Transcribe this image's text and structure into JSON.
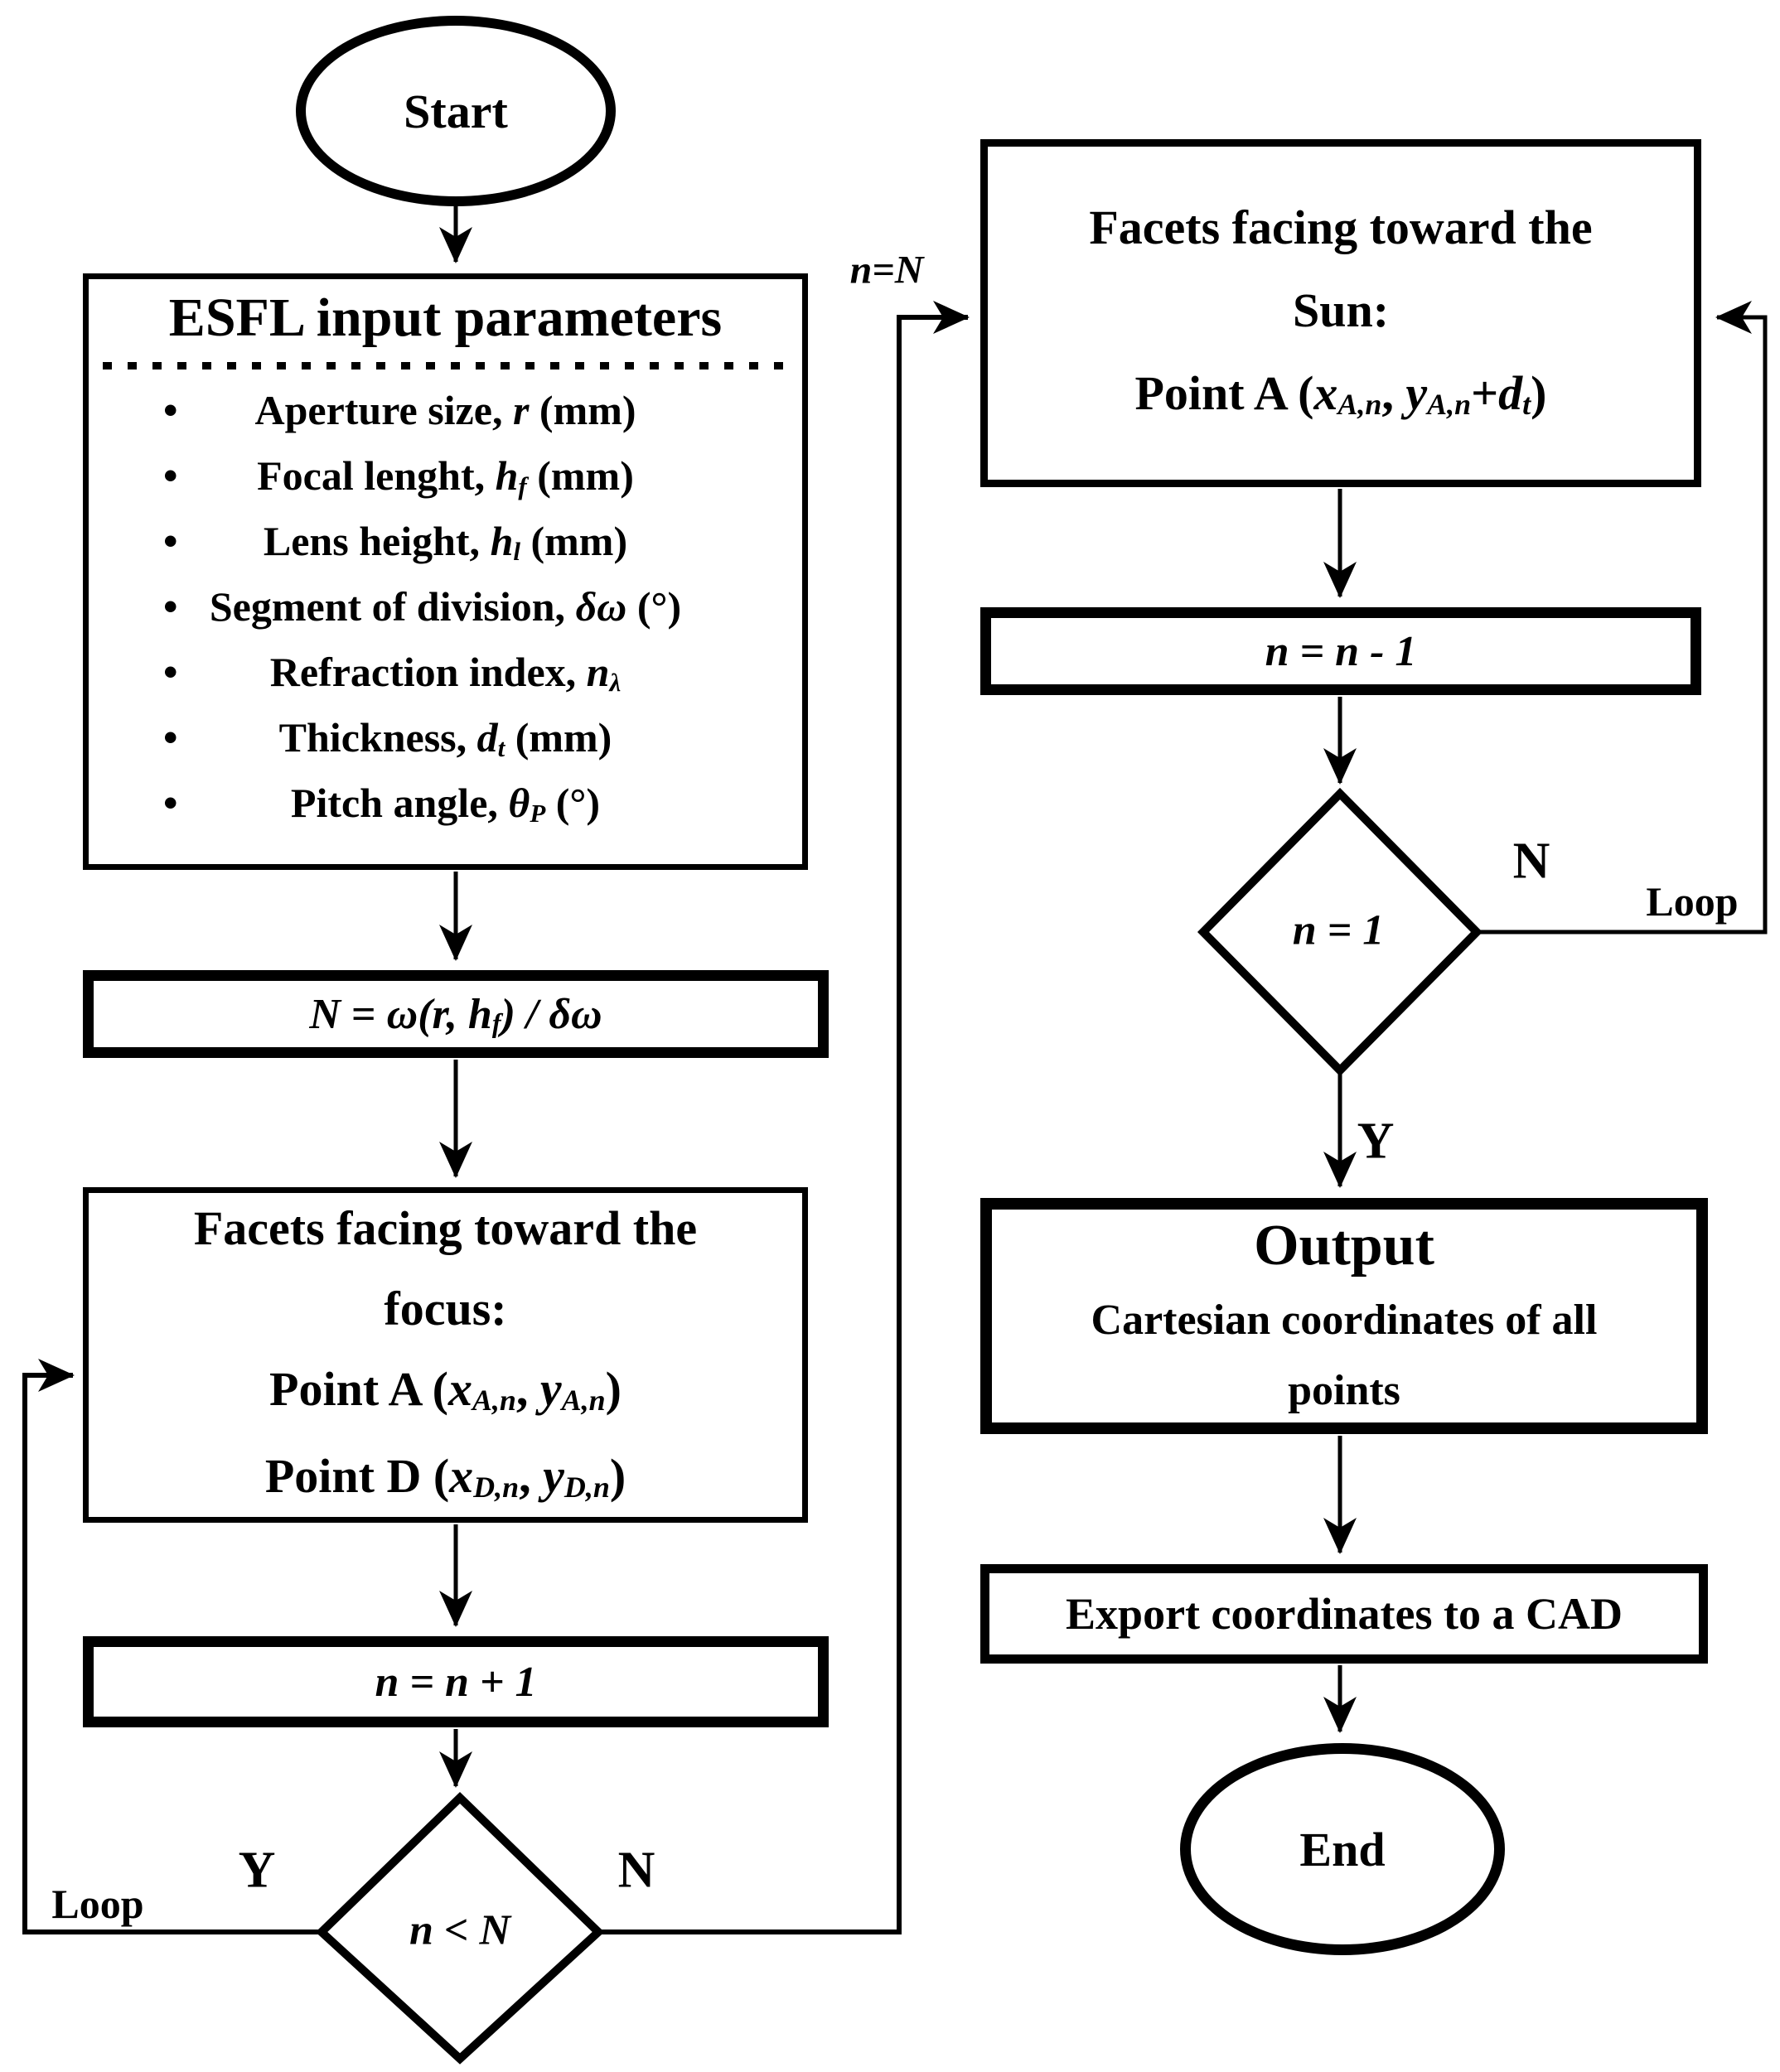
{
  "colors": {
    "ink": "#000000",
    "paper": "#ffffff"
  },
  "nodes": {
    "start": {
      "label": "Start"
    },
    "esfl": {
      "title": "ESFL input parameters",
      "bullets": [
        [
          {
            "t": "Aperture size, "
          },
          {
            "t": "r",
            "s": "i"
          },
          {
            "t": " (mm)"
          }
        ],
        [
          {
            "t": "Focal lenght, "
          },
          {
            "t": "h",
            "s": "i"
          },
          {
            "t": "f",
            "s": "isub"
          },
          {
            "t": " (mm)"
          }
        ],
        [
          {
            "t": "Lens height, "
          },
          {
            "t": "h",
            "s": "i"
          },
          {
            "t": "l",
            "s": "isub"
          },
          {
            "t": " (mm)"
          }
        ],
        [
          {
            "t": "Segment of division, "
          },
          {
            "t": "δω",
            "s": "i"
          },
          {
            "t": " (°)"
          }
        ],
        [
          {
            "t": "Refraction index, "
          },
          {
            "t": "n",
            "s": "i"
          },
          {
            "t": "λ",
            "s": "isub"
          }
        ],
        [
          {
            "t": "Thickness, "
          },
          {
            "t": "d",
            "s": "i"
          },
          {
            "t": "t",
            "s": "isub"
          },
          {
            "t": " (mm)"
          }
        ],
        [
          {
            "t": "Pitch angle, "
          },
          {
            "t": "θ",
            "s": "i"
          },
          {
            "t": "P",
            "s": "isub"
          },
          {
            "t": " (°)"
          }
        ]
      ]
    },
    "compute": {
      "formula": [
        {
          "t": "N",
          "s": "i"
        },
        {
          "t": " =  "
        },
        {
          "t": "ω(r, h",
          "s": "i"
        },
        {
          "t": "f",
          "s": "isub"
        },
        {
          "t": ") / δω",
          "s": "i"
        }
      ]
    },
    "focus": {
      "lines": [
        [
          {
            "t": "Facets facing toward the"
          }
        ],
        [
          {
            "t": "focus:"
          }
        ],
        [
          {
            "t": "Point A ("
          },
          {
            "t": "x",
            "s": "i"
          },
          {
            "t": "A,n",
            "s": "isub"
          },
          {
            "t": ", "
          },
          {
            "t": "y",
            "s": "i"
          },
          {
            "t": "A,n",
            "s": "isub"
          },
          {
            "t": ")"
          }
        ],
        [
          {
            "t": "Point D ("
          },
          {
            "t": "x",
            "s": "i"
          },
          {
            "t": "D,n",
            "s": "isub"
          },
          {
            "t": ", "
          },
          {
            "t": "y",
            "s": "i"
          },
          {
            "t": "D,n",
            "s": "isub"
          },
          {
            "t": ")"
          }
        ]
      ]
    },
    "increment": {
      "formula": [
        {
          "t": "n = n + 1",
          "s": "i"
        }
      ]
    },
    "lt_diamond": {
      "condition": [
        {
          "t": "n < N",
          "s": "i"
        }
      ]
    },
    "sun": {
      "lines": [
        [
          {
            "t": "Facets facing toward the"
          }
        ],
        [
          {
            "t": "Sun:"
          }
        ],
        [
          {
            "t": "Point A ("
          },
          {
            "t": "x",
            "s": "i"
          },
          {
            "t": "A,n",
            "s": "isub"
          },
          {
            "t": ", "
          },
          {
            "t": "y",
            "s": "i"
          },
          {
            "t": "A,n",
            "s": "isub"
          },
          {
            "t": "+"
          },
          {
            "t": "d",
            "s": "i"
          },
          {
            "t": "t",
            "s": "isub"
          },
          {
            "t": ")"
          }
        ]
      ]
    },
    "decrement": {
      "formula": [
        {
          "t": "n = n - 1",
          "s": "i"
        }
      ]
    },
    "eq_diamond": {
      "condition": [
        {
          "t": "n = 1",
          "s": "i"
        }
      ]
    },
    "output": {
      "title": "Output",
      "lines": [
        [
          {
            "t": "Cartesian coordinates of all"
          }
        ],
        [
          {
            "t": "points"
          }
        ]
      ]
    },
    "export": {
      "label": "Export coordinates to a CAD"
    },
    "end": {
      "label": "End"
    }
  },
  "edge_labels": {
    "lt_yes": "Y",
    "lt_no": "N",
    "loop_left": "Loop",
    "n_eq_N": "n=N",
    "eq_no": "N",
    "loop_right": "Loop",
    "eq_yes": "Y"
  }
}
